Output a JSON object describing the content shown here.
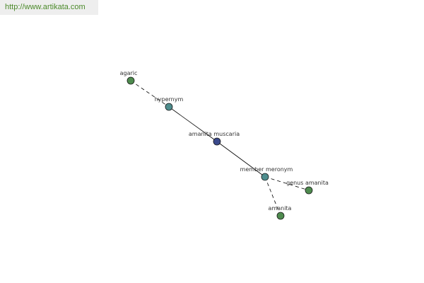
{
  "site": {
    "url": "http://www.artikata.com"
  },
  "colors": {
    "leaf": "#4e8b4e",
    "relation": "#4e8d8d",
    "center": "#3b4a8c",
    "edge": "#000000",
    "watermark_text": "#4b8a2a",
    "watermark_bg": "#eeeeee"
  },
  "graph": {
    "nodes": [
      {
        "id": "agaric",
        "label": "agaric",
        "kind": "leaf"
      },
      {
        "id": "hypernym",
        "label": "hypernym",
        "kind": "relation"
      },
      {
        "id": "amanita-muscaria",
        "label": "amanita muscaria",
        "kind": "center"
      },
      {
        "id": "member-meronym",
        "label": "member meronym",
        "kind": "relation"
      },
      {
        "id": "genus-amanita",
        "label": "genus amanita",
        "kind": "leaf"
      },
      {
        "id": "amanita",
        "label": "amanita",
        "kind": "leaf"
      }
    ],
    "edges": [
      {
        "from": "agaric",
        "to": "hypernym",
        "style": "dashed"
      },
      {
        "from": "hypernym",
        "to": "amanita-muscaria",
        "style": "solid"
      },
      {
        "from": "amanita-muscaria",
        "to": "member-meronym",
        "style": "solid"
      },
      {
        "from": "member-meronym",
        "to": "genus-amanita",
        "style": "dashed"
      },
      {
        "from": "member-meronym",
        "to": "amanita",
        "style": "dashed"
      }
    ]
  }
}
